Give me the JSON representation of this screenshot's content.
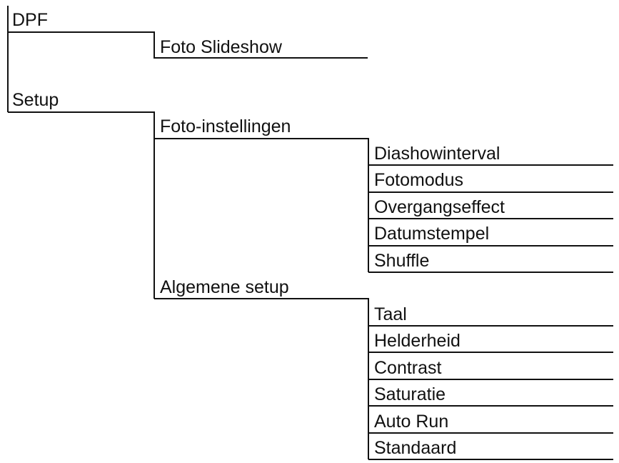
{
  "menu": {
    "level1": {
      "dpf": "DPF",
      "setup": "Setup"
    },
    "level2": {
      "foto_slideshow": "Foto Slideshow",
      "foto_instellingen": "Foto-instellingen",
      "algemene_setup": "Algemene setup"
    },
    "foto_instellingen_items": [
      "Diashowinterval",
      "Fotomodus",
      "Overgangseffect",
      "Datumstempel",
      "Shuffle"
    ],
    "algemene_setup_items": [
      "Taal",
      "Helderheid",
      "Contrast",
      "Saturatie",
      "Auto Run",
      "Standaard"
    ]
  },
  "colors": {
    "line": "#111111",
    "text": "#111111",
    "background": "#ffffff"
  }
}
